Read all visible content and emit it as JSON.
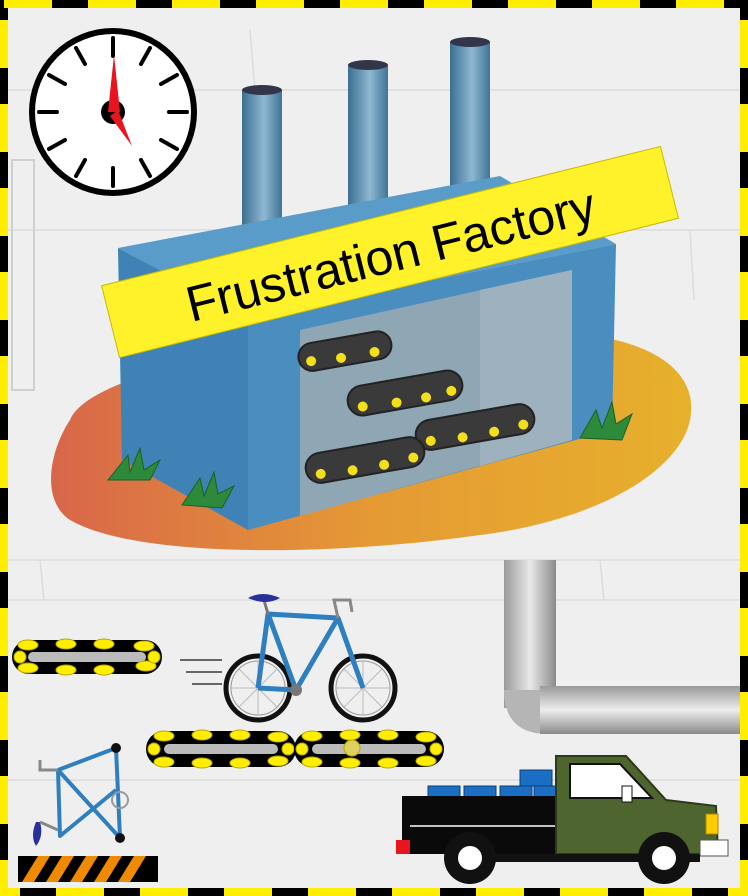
{
  "title": "Frustration Factory",
  "colors": {
    "frame_yellow": "#ffee00",
    "frame_black": "#000000",
    "wall": "#eeeeee",
    "factory_blue": "#4a8dbf",
    "sign_yellow": "#fff22a",
    "ground_orange": "#e8a030",
    "truck_green": "#4f6530",
    "bike_blue": "#2f7fc0"
  },
  "icons": [
    "clock-icon",
    "factory",
    "smokestack",
    "conveyor-belt",
    "plant",
    "bicycle",
    "broken-bicycle",
    "pipe",
    "pickup-truck",
    "hazard-stripe"
  ]
}
